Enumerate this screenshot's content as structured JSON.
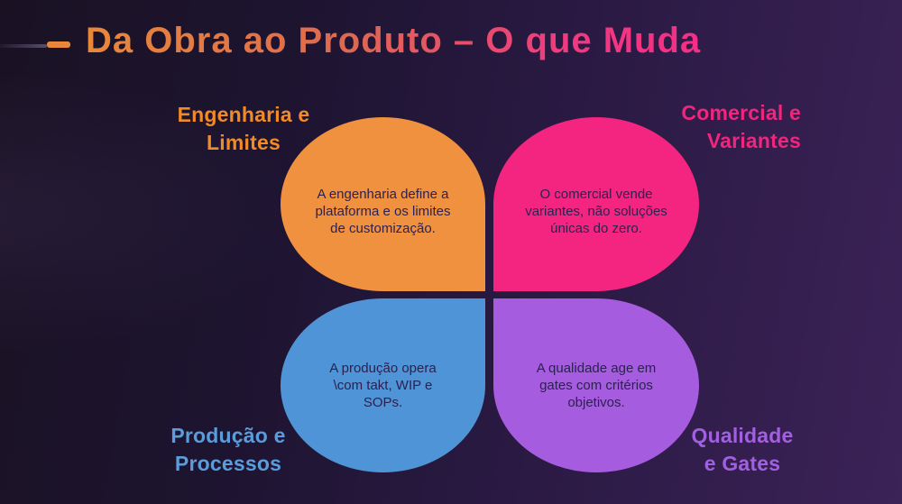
{
  "slide": {
    "title": {
      "text": "Da Obra ao Produto – O que Muda",
      "gradient_from": "#E8883A",
      "gradient_mid": "#DE6950",
      "gradient_to": "#F52E86"
    },
    "accent_dash_color": "#E8873B",
    "background": {
      "dark_edge": "#1A1223",
      "purple_edge": "#3B2257"
    },
    "body_text_color": "#2C2150",
    "quadrants": [
      {
        "id": "engenharia",
        "label_lines": [
          "Engenharia e",
          "Limites"
        ],
        "label_color": "#F18A28",
        "petal_color": "#F0913F",
        "body_lines": [
          "A engenharia define a",
          "plataforma e os limites",
          "de customização."
        ]
      },
      {
        "id": "comercial",
        "label_lines": [
          "Comercial e",
          "Variantes"
        ],
        "label_color": "#F0267E",
        "petal_color": "#F42580",
        "body_lines": [
          "O comercial vende",
          "variantes, não soluções",
          "únicas do zero."
        ]
      },
      {
        "id": "producao",
        "label_lines": [
          "Produção e",
          "Processos"
        ],
        "label_color": "#5B9CDB",
        "petal_color": "#4E94D6",
        "body_lines": [
          "A produção opera",
          "\\com takt, WIP e",
          "SOPs."
        ]
      },
      {
        "id": "qualidade",
        "label_lines": [
          "Qualidade",
          "e Gates"
        ],
        "label_color": "#A160E0",
        "petal_color": "#A55CDF",
        "body_lines": [
          "A qualidade age em",
          "gates com critérios",
          "objetivos."
        ]
      }
    ]
  }
}
